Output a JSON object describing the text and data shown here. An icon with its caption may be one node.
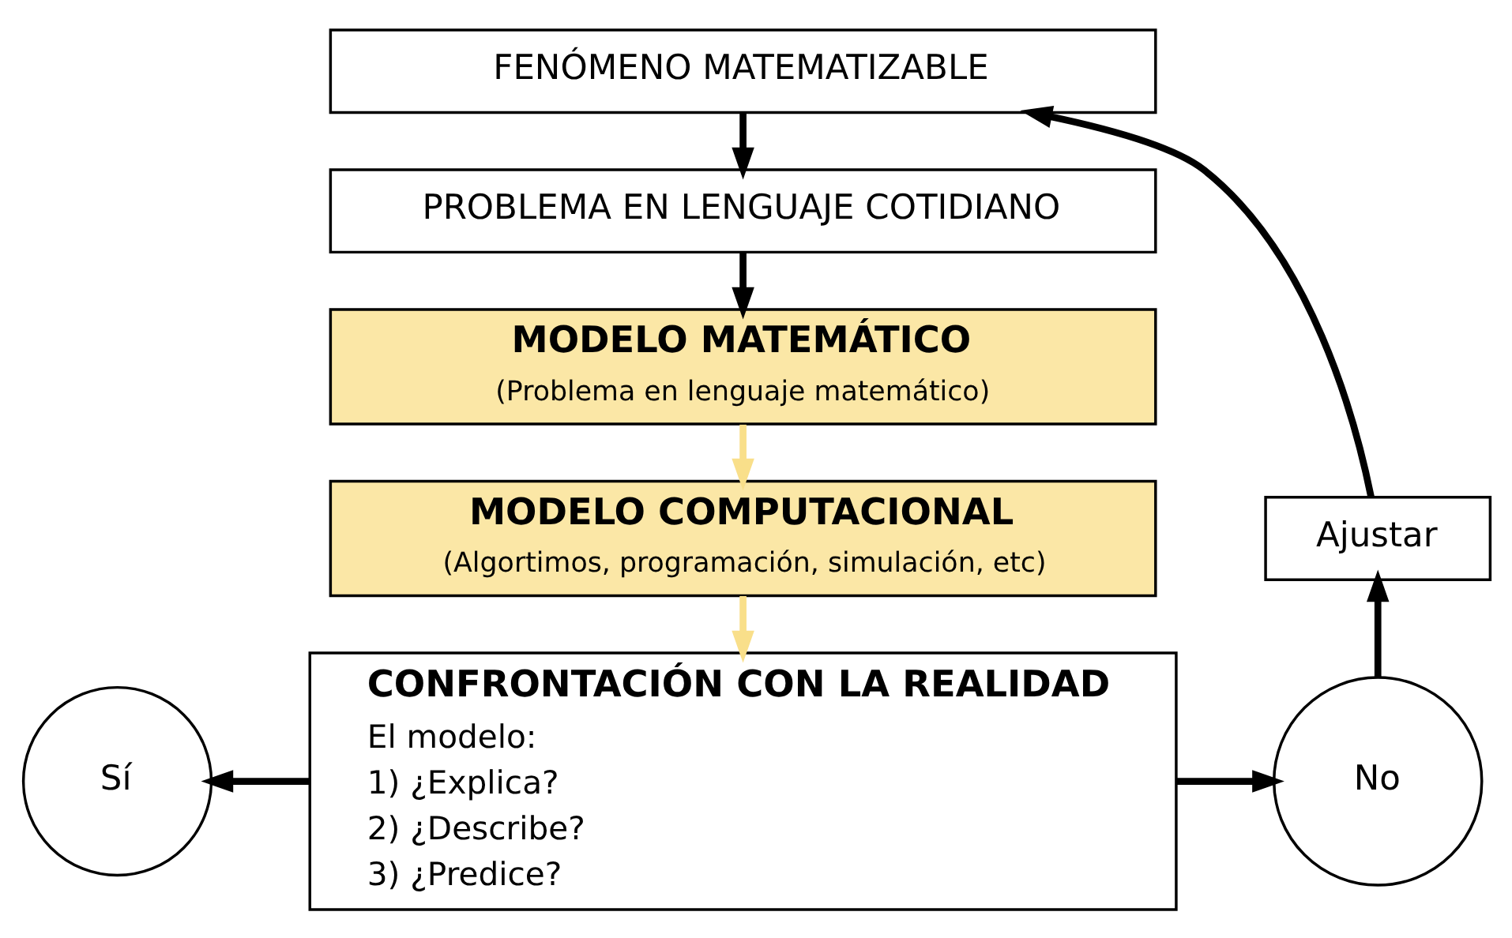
{
  "diagram": {
    "nodes": [
      {
        "text": [
          "FENÓMENO MATEMATIZABLE"
        ]
      },
      {
        "text": [
          "PROBLEMA EN LENGUAJE COTIDIANO"
        ]
      },
      {
        "text": [
          "MODELO MATEMÁTICO",
          "(Problema en lenguaje matemático)"
        ]
      },
      {
        "text": [
          "MODELO COMPUTACIONAL",
          "(Algortimos, programación, simulación, etc)"
        ]
      },
      {
        "text": [
          "CONFRONTACIÓN CON LA REALIDAD",
          "El modelo:",
          "1) ¿Explica?",
          "2) ¿Describe?",
          "3) ¿Predice?"
        ]
      },
      {
        "text": [
          "Sí"
        ]
      },
      {
        "text": [
          "No"
        ]
      },
      {
        "text": [
          "Ajustar"
        ]
      }
    ],
    "edges": [
      {
        "from": 0,
        "to": 1,
        "arrow": "to"
      },
      {
        "from": 1,
        "to": 2,
        "arrow": "to"
      },
      {
        "from": 2,
        "to": 3,
        "arrow": "to",
        "color": "#f9df8a"
      },
      {
        "from": 3,
        "to": 4,
        "arrow": "to",
        "color": "#f9df8a"
      },
      {
        "from": 4,
        "to": 5,
        "arrow": "to"
      },
      {
        "from": 4,
        "to": 6,
        "arrow": "to"
      },
      {
        "from": 6,
        "to": 7,
        "arrow": "to"
      },
      {
        "from": 7,
        "to": 0,
        "arrow": "to"
      }
    ]
  }
}
